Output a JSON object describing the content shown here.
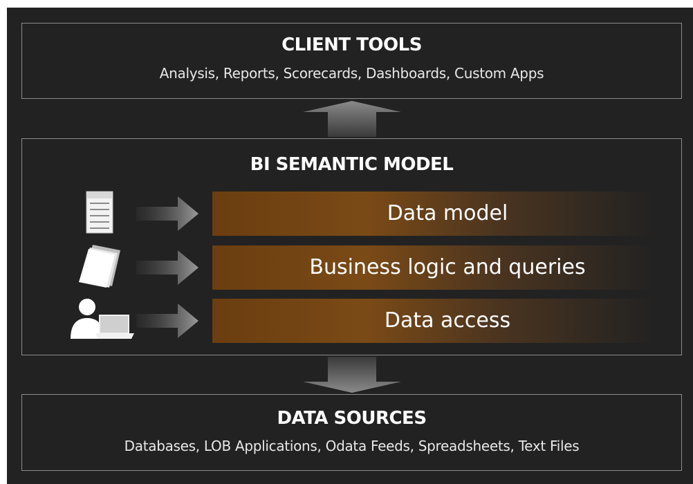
{
  "client_tools": {
    "title": "CLIENT TOOLS",
    "subtitle": "Analysis, Reports, Scorecards, Dashboards, Custom Apps"
  },
  "bi_semantic_model": {
    "title": "BI SEMANTIC MODEL",
    "layers": [
      {
        "label": "Data model",
        "icon": "server-icon"
      },
      {
        "label": "Business logic and queries",
        "icon": "document-icon"
      },
      {
        "label": "Data access",
        "icon": "user-laptop-icon"
      }
    ]
  },
  "data_sources": {
    "title": "DATA SOURCES",
    "subtitle": "Databases, LOB Applications, Odata Feeds, Spreadsheets, Text Files"
  },
  "colors": {
    "background": "#222222",
    "border": "#8c8c8c",
    "layer_bar": "#7a4a16",
    "text": "#ffffff"
  }
}
